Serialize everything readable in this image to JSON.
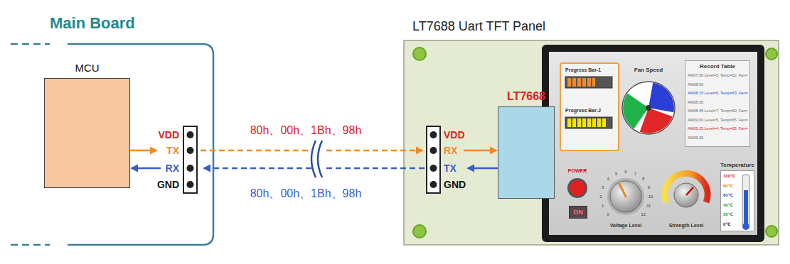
{
  "diagram": {
    "nodes": [
      {
        "text": [
          "Main Board"
        ]
      },
      {
        "text": [
          "MCU"
        ],
        "in": 0
      },
      {
        "text": [
          "LT7688 Uart TFT Panel"
        ]
      },
      {
        "text": [
          "LT7668"
        ],
        "in": 2
      },
      {
        "text": [
          "Progress Bar-1",
          "Progress Bar-2"
        ],
        "in": 2
      },
      {
        "text": [
          "Record Table",
          "AM07:50 Level=5, Temp=62, Fan=",
          "AM08:00",
          "AM08:15 Level=6, Temp=63, Fan=",
          "AM08:30",
          "AM08:45 Level=7, Temp=60, Fan=",
          "AM09:00 Level=5, Temp=65, Fan=",
          "AM09:15 Level=4, Temp=65, Fan=",
          "AM09:30"
        ],
        "in": 2
      },
      {
        "text": [
          "Temperature",
          "100℃",
          "80℃",
          "60℃",
          "40℃",
          "20℃",
          "0℃"
        ],
        "in": 2
      },
      {
        "text": [
          "ON"
        ],
        "in": 2
      }
    ],
    "edges": [
      {
        "from": 1,
        "to": 3,
        "arrow": "to",
        "label": "80h、00h、1Bh、98h"
      },
      {
        "from": 3,
        "to": 1,
        "arrow": "to",
        "label": "80h、00h、1Bh、98h"
      }
    ],
    "labels": [
      "VDD",
      "TX",
      "RX",
      "GND",
      "VDD",
      "RX",
      "TX",
      "GND",
      "Fan Speed",
      "POWER",
      "Voltage Level",
      "Strength Level",
      "0",
      "1",
      "2",
      "3",
      "4",
      "5",
      "6",
      "7",
      "8",
      "9",
      "10",
      "11",
      "12"
    ]
  }
}
